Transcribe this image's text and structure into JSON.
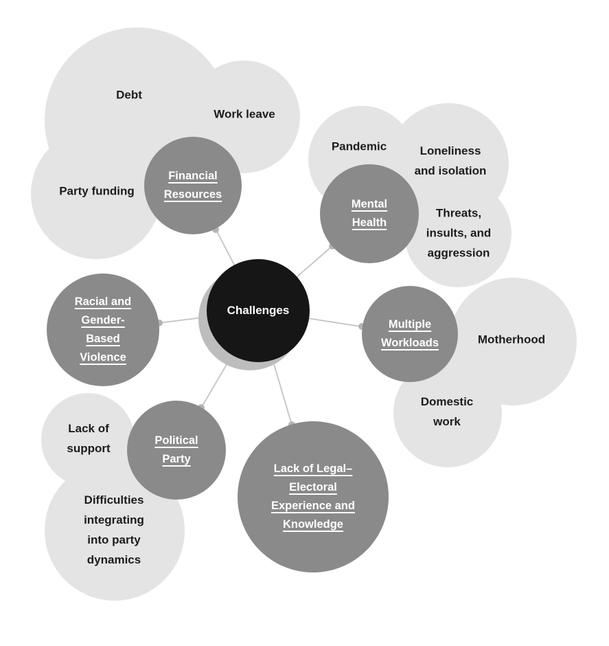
{
  "center": {
    "label": "Challenges"
  },
  "categories": [
    {
      "id": "financial-resources",
      "label": "Financial\nResources",
      "satellites": [
        "Debt",
        "Work leave",
        "Party funding"
      ]
    },
    {
      "id": "mental-health",
      "label": "Mental\nHealth",
      "satellites": [
        "Pandemic",
        "Loneliness\nand isolation",
        "Threats,\ninsults, and\naggression"
      ]
    },
    {
      "id": "multiple-workloads",
      "label": "Multiple\nWorkloads",
      "satellites": [
        "Motherhood",
        "Domestic\nwork"
      ]
    },
    {
      "id": "racial-and-gender-based-violence",
      "label": "Racial and\nGender-\nBased\nViolence",
      "satellites": []
    },
    {
      "id": "political-party",
      "label": "Political\nParty",
      "satellites": [
        "Lack of\nsupport",
        "Difficulties\nintegrating\ninto party\ndynamics"
      ]
    },
    {
      "id": "lack-of-legal-electoral-experience-and-knowledge",
      "label": "Lack of Legal–\nElectoral\nExperience and\nKnowledge",
      "satellites": []
    }
  ],
  "colors": {
    "background": "#ffffff",
    "cloud": "#e4e4e4",
    "category_circle": "#8a8a8a",
    "center_circle": "#161616",
    "center_shadow": "#bdbdbd",
    "connector_line": "#c8c8c8",
    "connector_dot": "#b5b5b5",
    "text_dark": "#1c1c1c",
    "text_light": "#ffffff"
  }
}
